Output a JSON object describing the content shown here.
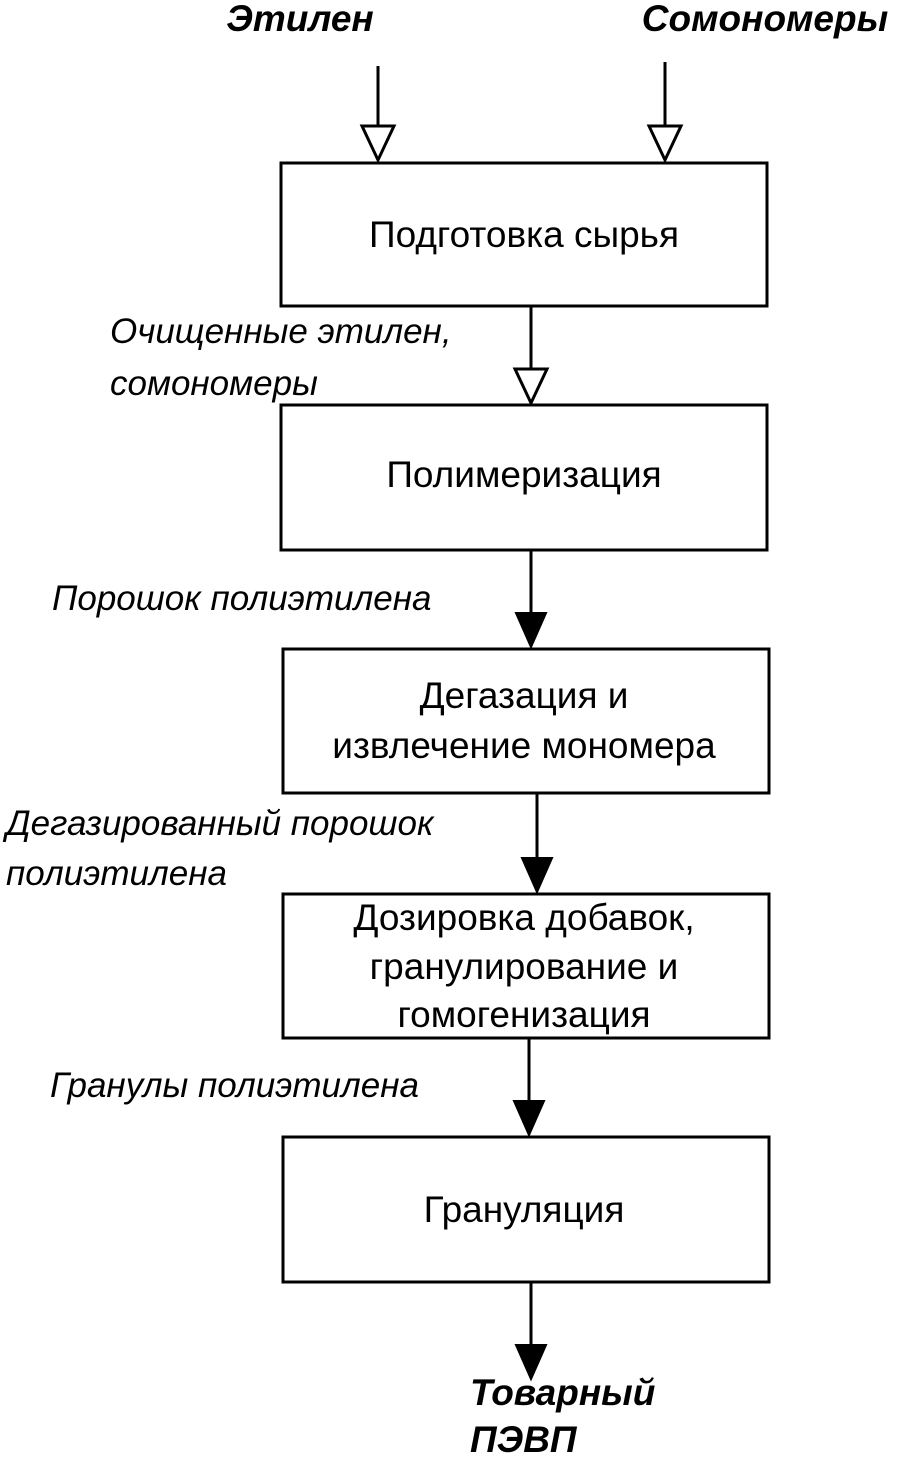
{
  "inputs": {
    "ethylene": "Этилен",
    "comonomers": "Сомономеры"
  },
  "steps": [
    {
      "lines": [
        "Подготовка сырья"
      ]
    },
    {
      "lines": [
        "Полимеризация"
      ]
    },
    {
      "lines": [
        "Дегазация и",
        "извлечение мономера"
      ]
    },
    {
      "lines": [
        "Дозировка добавок,",
        "гранулирование и",
        "гомогенизация"
      ]
    },
    {
      "lines": [
        "Грануляция"
      ]
    }
  ],
  "flows": [
    {
      "lines": [
        "Очищенные этилен,",
        "сомономеры"
      ]
    },
    {
      "lines": [
        "Порошок полиэтилена"
      ]
    },
    {
      "lines": [
        "Дегазированный порошок",
        "полиэтилена"
      ]
    },
    {
      "lines": [
        "Гранулы полиэтилена"
      ]
    }
  ],
  "output": {
    "lines": [
      "Товарный",
      "ПЭВП"
    ]
  }
}
